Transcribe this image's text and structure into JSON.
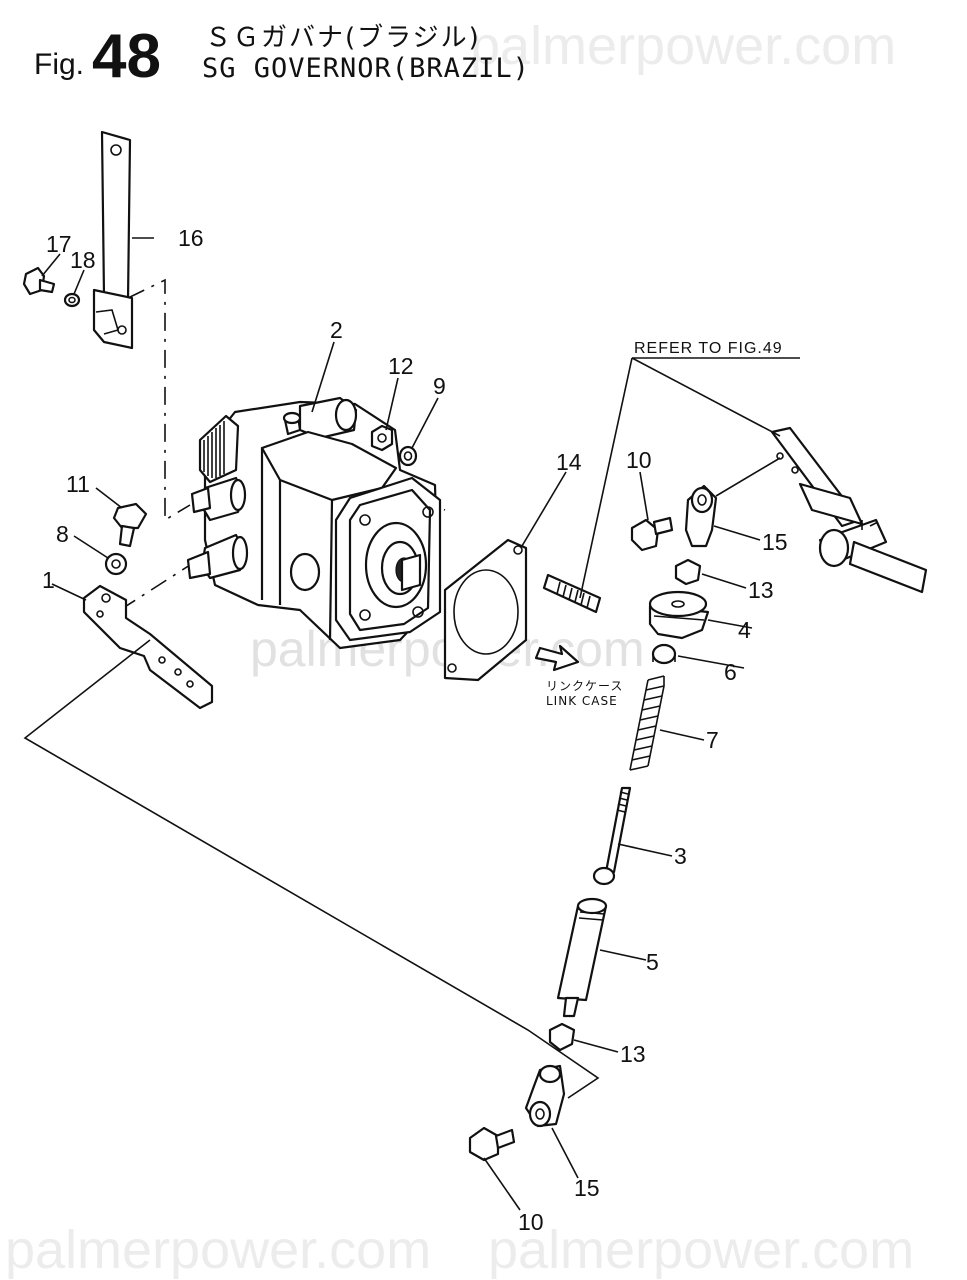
{
  "header": {
    "fig_prefix": "Fig.",
    "fig_number": "48",
    "title_jp": "ＳＧガバナ(ブラジル)",
    "title_en": "SG GOVERNOR(BRAZIL)"
  },
  "watermark": {
    "top": "palmerpower.com",
    "center": "palmerpower.com",
    "bottom_left": "palmerpower.com",
    "bottom_right": "palmerpower.com"
  },
  "notes": {
    "refer": "REFER TO FIG.49",
    "link_case_jp": "リンクケース",
    "link_case_en": "LINK CASE"
  },
  "callouts": {
    "c1": "1",
    "c2": "2",
    "c3": "3",
    "c4": "4",
    "c5": "5",
    "c6": "6",
    "c7": "7",
    "c8": "8",
    "c9": "9",
    "c10a": "10",
    "c10b": "10",
    "c11": "11",
    "c12": "12",
    "c13a": "13",
    "c13b": "13",
    "c14": "14",
    "c15a": "15",
    "c15b": "15",
    "c16": "16",
    "c17": "17",
    "c18": "18"
  }
}
